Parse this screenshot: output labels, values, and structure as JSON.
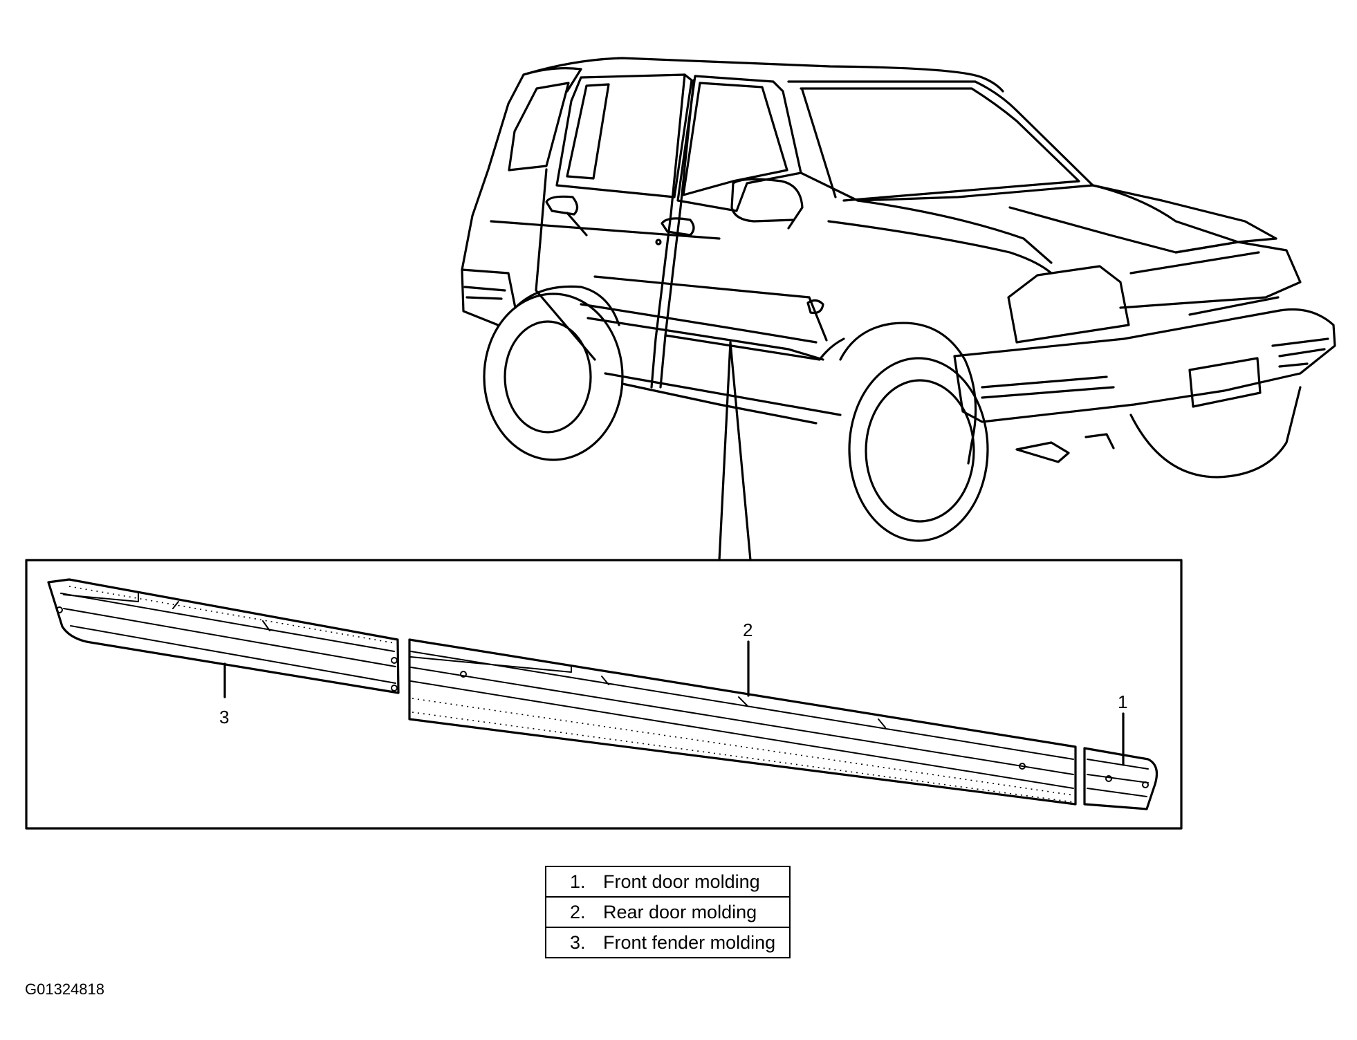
{
  "callouts": [
    {
      "number": "1"
    },
    {
      "number": "2"
    },
    {
      "number": "3"
    }
  ],
  "legend": [
    {
      "number": "1.",
      "label": "Front door molding"
    },
    {
      "number": "2.",
      "label": "Rear door molding"
    },
    {
      "number": "3.",
      "label": "Front fender molding"
    }
  ],
  "figure_id": "G01324818",
  "colors": {
    "line": "#000000",
    "background": "#ffffff"
  }
}
